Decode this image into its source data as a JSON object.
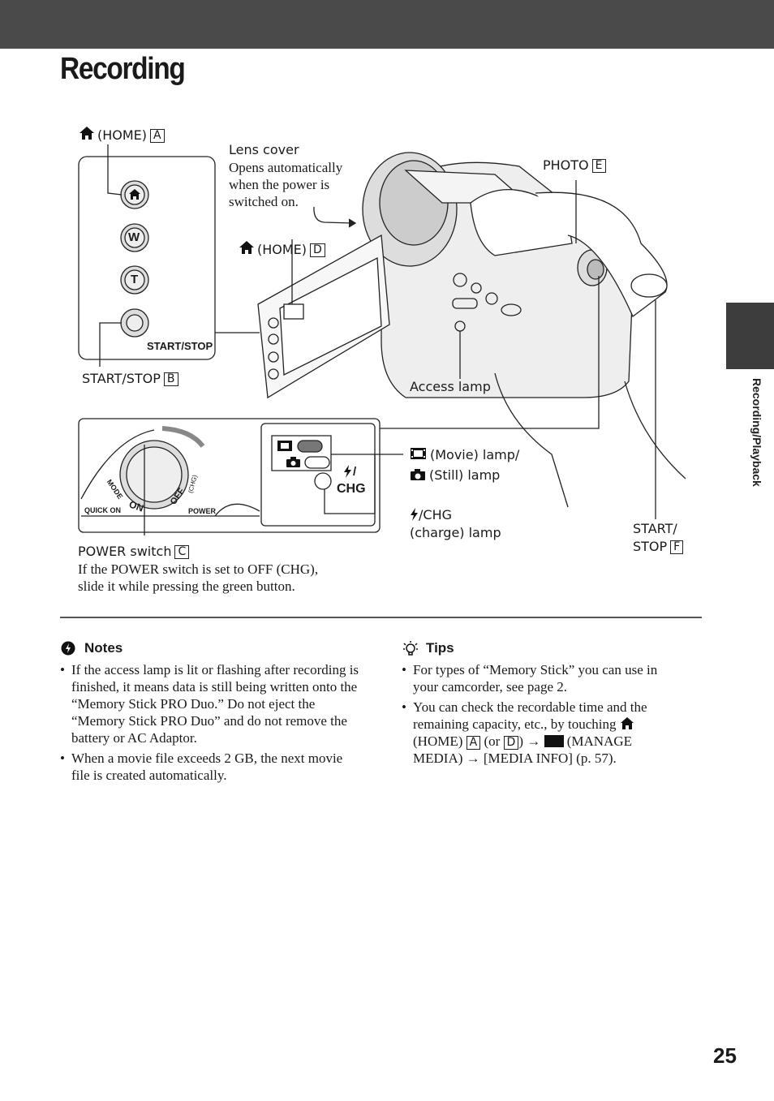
{
  "header": {
    "title": "Recording"
  },
  "side_tab": {
    "label": "Recording/Playback"
  },
  "page_number": "25",
  "labels": {
    "home_a": {
      "text": "(HOME)",
      "key": "A"
    },
    "lens_cover": {
      "title": "Lens cover",
      "desc1": "Opens automatically",
      "desc2": "when the power is",
      "desc3": "switched on."
    },
    "photo_e": {
      "text": "PHOTO",
      "key": "E"
    },
    "home_d": {
      "text": "(HOME)",
      "key": "D"
    },
    "start_stop_b": {
      "text": "START/STOP",
      "key": "B"
    },
    "access_lamp": "Access lamp",
    "movie_lamp": "(Movie) lamp/",
    "still_lamp": "(Still) lamp",
    "chg_lamp_1": "/CHG",
    "chg_lamp_2": "(charge) lamp",
    "start_stop_f_1": "START/",
    "start_stop_f_2": {
      "text": "STOP",
      "key": "F"
    },
    "power_switch": {
      "text": "POWER switch",
      "key": "C",
      "desc1": "If the POWER switch is set to OFF (CHG),",
      "desc2": "slide it while pressing the green button."
    }
  },
  "panel_text": {
    "start_stop": "START/STOP",
    "w": "W",
    "t": "T",
    "quick_on": "QUICK ON",
    "power": "POWER",
    "mode": "MODE",
    "on": "ON",
    "off": "OFF",
    "chg": "(CHG)",
    "chg_big": "CHG"
  },
  "notes": {
    "heading": "Notes",
    "items": [
      "If the access lamp is lit or flashing after recording is finished, it means data is still being written onto the “Memory Stick PRO Duo.” Do not eject the “Memory Stick PRO Duo” and do not remove the battery or AC Adaptor.",
      "When a movie file exceeds 2 GB, the next movie file is created automatically."
    ]
  },
  "tips": {
    "heading": "Tips",
    "item1": "For types of “Memory Stick” you can use in your camcorder, see page 2.",
    "item2_a": "You can check the recordable time and the remaining capacity, etc., by touching",
    "item2_b": "(HOME)",
    "item2_key1": "A",
    "item2_c": "(or",
    "item2_key2": "D",
    "item2_d": ")",
    "item2_e": "(MANAGE MEDIA)",
    "item2_f": "[MEDIA INFO] (p. 57)."
  },
  "icons": [
    "home-icon",
    "film-icon",
    "camera-icon",
    "flash-icon",
    "notes-icon",
    "tips-bulb-icon",
    "media-icon",
    "arrow-right-icon"
  ]
}
